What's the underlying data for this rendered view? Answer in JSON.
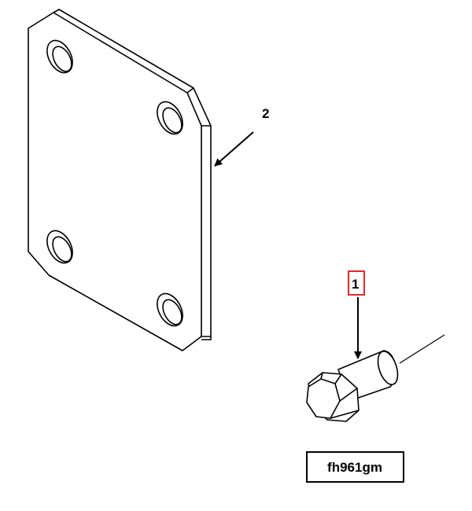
{
  "figure": {
    "callouts": [
      {
        "id": "1",
        "label": "1",
        "part": "bolt",
        "highlighted": true
      },
      {
        "id": "2",
        "label": "2",
        "part": "plate",
        "highlighted": false
      }
    ],
    "figure_id": "fh961gm",
    "highlight_color": "#e8262a",
    "line_color": "#000000"
  }
}
